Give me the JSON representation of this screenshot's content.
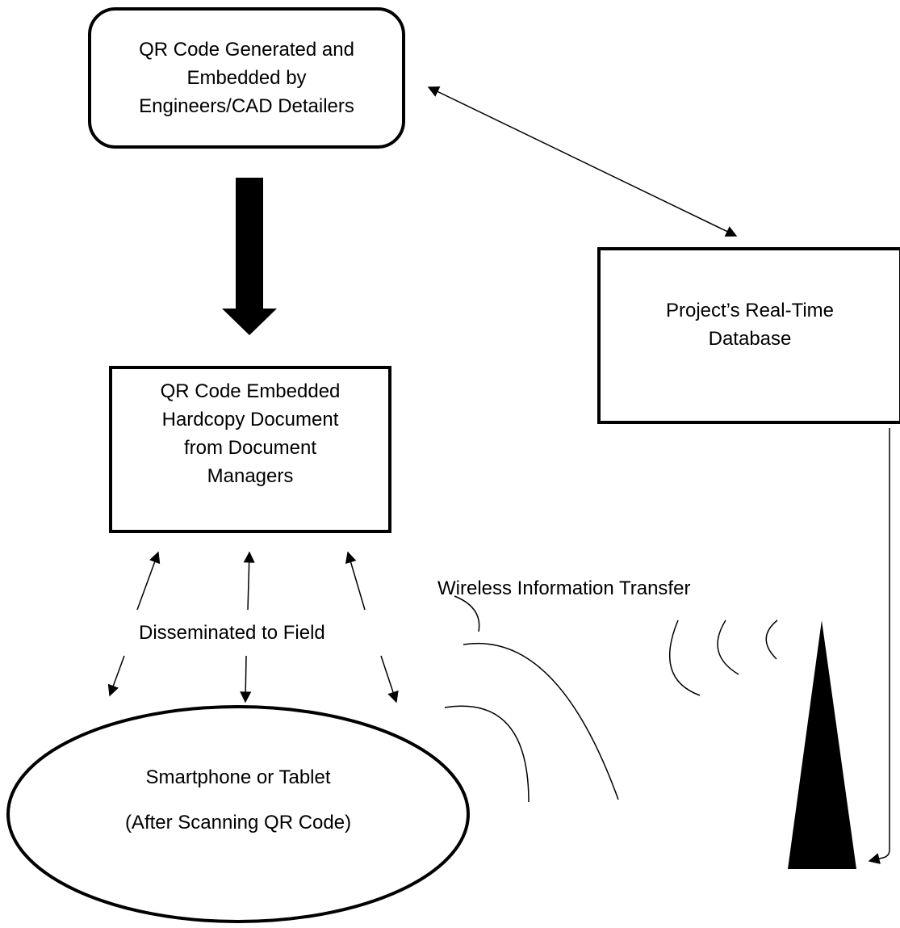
{
  "nodes": {
    "qr_generated": {
      "lines": [
        "QR Code Generated and",
        "Embedded by",
        "Engineers/CAD Detailers"
      ]
    },
    "database": {
      "lines": [
        "Project’s Real-Time",
        "Database"
      ]
    },
    "hardcopy": {
      "lines": [
        "QR Code Embedded",
        "Hardcopy Document",
        "from Document",
        "Managers"
      ]
    },
    "device": {
      "lines": [
        "Smartphone or Tablet",
        "(After Scanning QR Code)"
      ]
    }
  },
  "labels": {
    "disseminated": "Disseminated to Field",
    "wireless": "Wireless Information Transfer"
  },
  "colors": {
    "stroke": "#000000",
    "fill": "#ffffff"
  }
}
